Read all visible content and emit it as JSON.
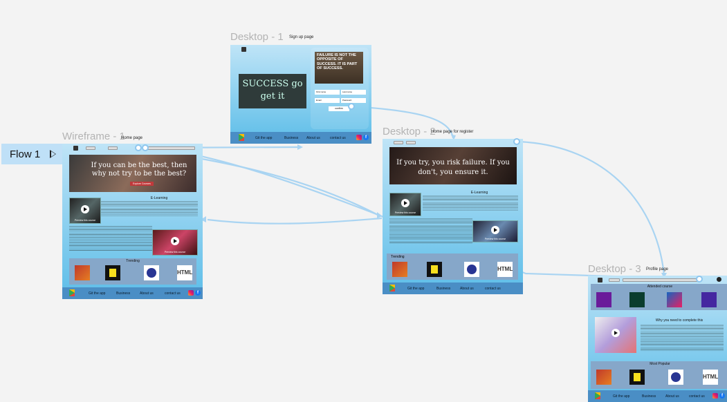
{
  "flow": {
    "label": "Flow 1"
  },
  "frames": {
    "wireframe1": {
      "title": "Wireframe - 1",
      "page_label": "Home page",
      "hero_text": "If you can be the best, then why not try to be the best?",
      "hero_button": "Explore Courses",
      "section_title": "E-Learning",
      "video_label": "Preview this course",
      "trending": "Trending",
      "footer": {
        "app": "Git the app",
        "business": "Business",
        "about": "About us",
        "contact": "contact us"
      }
    },
    "desktop1": {
      "title": "Desktop - 1",
      "page_label": "Sign up page",
      "chalk_text": "SUCCESS go get it",
      "quote_text": "FAILURE IS NOT THE OPPOSITE OF SUCCESS. IT IS PART OF SUCCESS.",
      "fields": {
        "first": "First name",
        "last": "Last name",
        "email": "Email",
        "password": "Password"
      },
      "confirm": "confirm",
      "footer": {
        "app": "Git the app",
        "business": "Business",
        "about": "About us",
        "contact": "contact us"
      }
    },
    "desktop2": {
      "title": "Desktop - 2",
      "page_label": "Home page for register",
      "hero_text": "If you try, you risk failure. If you don't, you ensure it.",
      "section_title": "E-Learning",
      "video_label": "Preview this course",
      "trending": "Trending",
      "footer": {
        "app": "Git the app",
        "business": "Business",
        "about": "About us",
        "contact": "contact us"
      }
    },
    "desktop3": {
      "title": "Desktop - 3",
      "page_label": "Profile page",
      "attended": "Attended course",
      "need_title": "Why you need to complete this",
      "most_popular": "Most Popular",
      "footer": {
        "app": "Git the app",
        "business": "Business",
        "about": "About us",
        "contact": "contact us"
      }
    }
  }
}
